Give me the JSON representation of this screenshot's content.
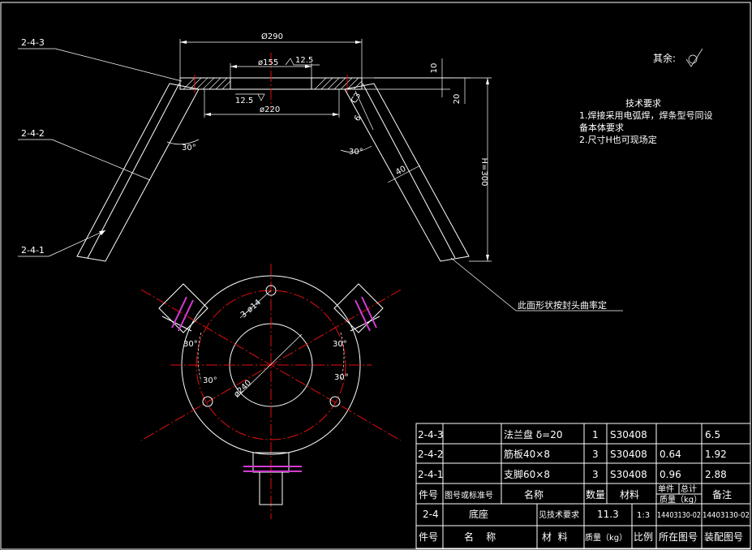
{
  "part_labels": {
    "p243": "2-4-3",
    "p242": "2-4-2",
    "p241": "2-4-1"
  },
  "dimensions": {
    "d290": "Ø290",
    "d155": "ø155",
    "rough_top": "12.5",
    "rough_bottom": "12.5",
    "d220": "ø220",
    "thk10": "10",
    "thk20": "20",
    "angle_left": "30°",
    "angle_right": "30°",
    "width40": "40",
    "weld6": "6",
    "weld_sym": "C3",
    "height": "H=300",
    "holes": "3-ø14",
    "pcd": "ø240",
    "ang_a": "30°",
    "ang_b": "30°",
    "ang_c": "30°",
    "ang_d": "30°"
  },
  "notes": {
    "surface_label": "其余:",
    "title": "技术要求",
    "line1": "1.焊接采用电弧焊，焊条型号同设",
    "line2": "备本体要求",
    "line3": "2.尺寸H也可现场定",
    "leader_note": "此面形状按封头曲率定"
  },
  "bom": {
    "rows": [
      {
        "no": "2-4-3",
        "std": "",
        "name": "法兰盘 δ=20",
        "qty": "1",
        "mat": "S30408",
        "unit": "",
        "total": "6.5",
        "remark": ""
      },
      {
        "no": "2-4-2",
        "std": "",
        "name": "筋板40×8",
        "qty": "3",
        "mat": "S30408",
        "unit": "0.64",
        "total": "1.92",
        "remark": ""
      },
      {
        "no": "2-4-1",
        "std": "",
        "name": "支脚60×8",
        "qty": "3",
        "mat": "S30408",
        "unit": "0.96",
        "total": "2.88",
        "remark": ""
      }
    ],
    "header": {
      "no": "件号",
      "std": "图号或标准号",
      "name": "名称",
      "qty": "数量",
      "mat": "材料",
      "unit_top": "单件",
      "unit_bottom": "质量（kg）",
      "total_top": "总计",
      "remark": "备注"
    },
    "main_row": {
      "no": "2-4",
      "name": "底座",
      "mat": "见技术要求",
      "mass": "11.3",
      "scale": "1:3",
      "drawing": "14403130-02",
      "assembly": "14403130-02"
    },
    "footer": {
      "no": "件号",
      "name": "名    称",
      "mat": "材  料",
      "mass": "质量（kg）",
      "scale": "比例",
      "drawing": "所在图号",
      "assembly": "装配图号"
    }
  },
  "colors": {
    "background": "#000000",
    "line": "#ffffff",
    "centerline": "#e01010",
    "flange_mark": "#d23cd2"
  }
}
